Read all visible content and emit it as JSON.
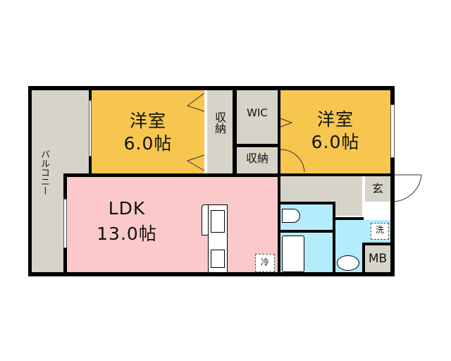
{
  "colors": {
    "western_room": "#f7c64f",
    "ldk": "#fbc9c9",
    "storage": "#d6d4c8",
    "wet_area": "#b4ecfb",
    "wall": "#000000",
    "balcony": "#d6d4c8"
  },
  "rooms": {
    "balcony": {
      "label": "バルコニー"
    },
    "bedroom1": {
      "name": "洋室",
      "size": "6.0帖"
    },
    "closet1": {
      "label": "収納"
    },
    "wic": {
      "label": "WIC"
    },
    "closet2": {
      "label": "収納"
    },
    "bedroom2": {
      "name": "洋室",
      "size": "6.0帖"
    },
    "ldk": {
      "name": "LDK",
      "size": "13.0帖"
    },
    "entrance": {
      "label": "玄"
    },
    "washer": {
      "label": "洗"
    },
    "fridge": {
      "label": "冷"
    },
    "meter_box": {
      "label": "MB"
    }
  }
}
